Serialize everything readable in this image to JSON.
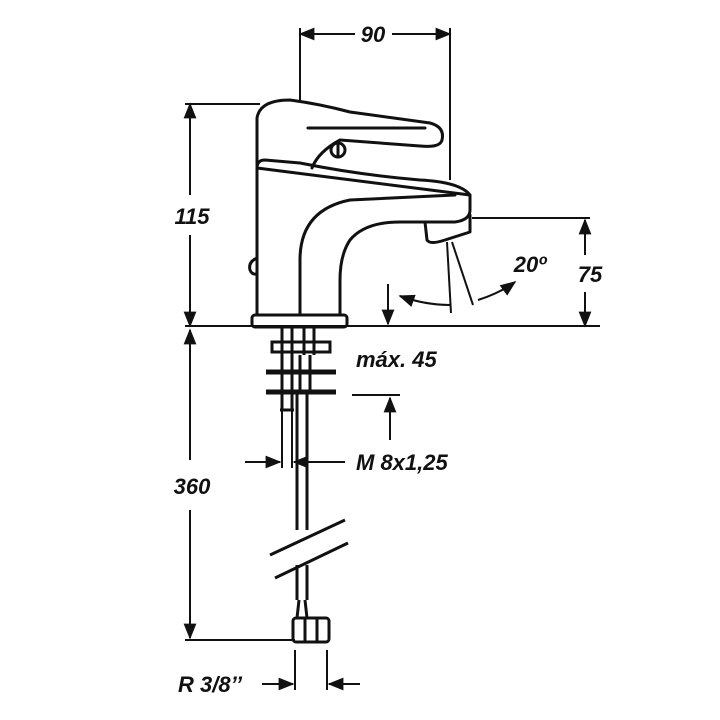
{
  "dimensions": {
    "width_top": "90",
    "height_body": "115",
    "angle": "20º",
    "spout_height": "75",
    "max_deck": "máx. 45",
    "thread": "M 8x1,25",
    "hose_length": "360",
    "connection": "R 3/8’’"
  },
  "colors": {
    "line": "#111111",
    "background": "#ffffff"
  }
}
